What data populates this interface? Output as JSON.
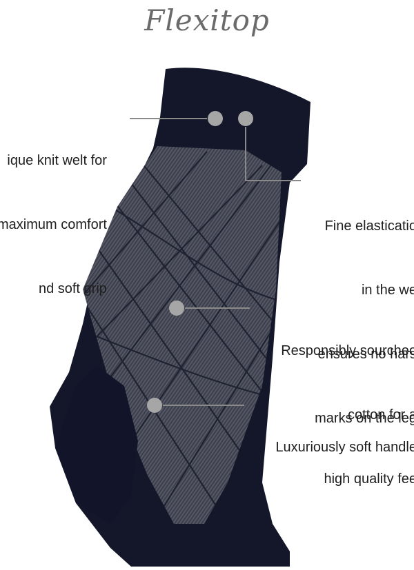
{
  "brand": {
    "logo_text": "Flexitop"
  },
  "callouts": [
    {
      "id": "welt",
      "lines": [
        "ique knit welt for",
        "maximum comfort",
        "nd soft grip"
      ]
    },
    {
      "id": "elastication",
      "lines": [
        "Fine elasticatio",
        "in the we",
        "ensures no hars",
        "marks on the leg"
      ]
    },
    {
      "id": "cotton",
      "lines": [
        "Responsibly sourcheo",
        "cotton for a",
        "high quality fee"
      ]
    },
    {
      "id": "soft",
      "lines": [
        "Luxuriously soft handle"
      ]
    }
  ],
  "colors": {
    "sock_dark": "#14172a",
    "sock_pattern": "#3b3e4a",
    "marker": "#a6a6a6",
    "line": "#8a8a8a"
  }
}
